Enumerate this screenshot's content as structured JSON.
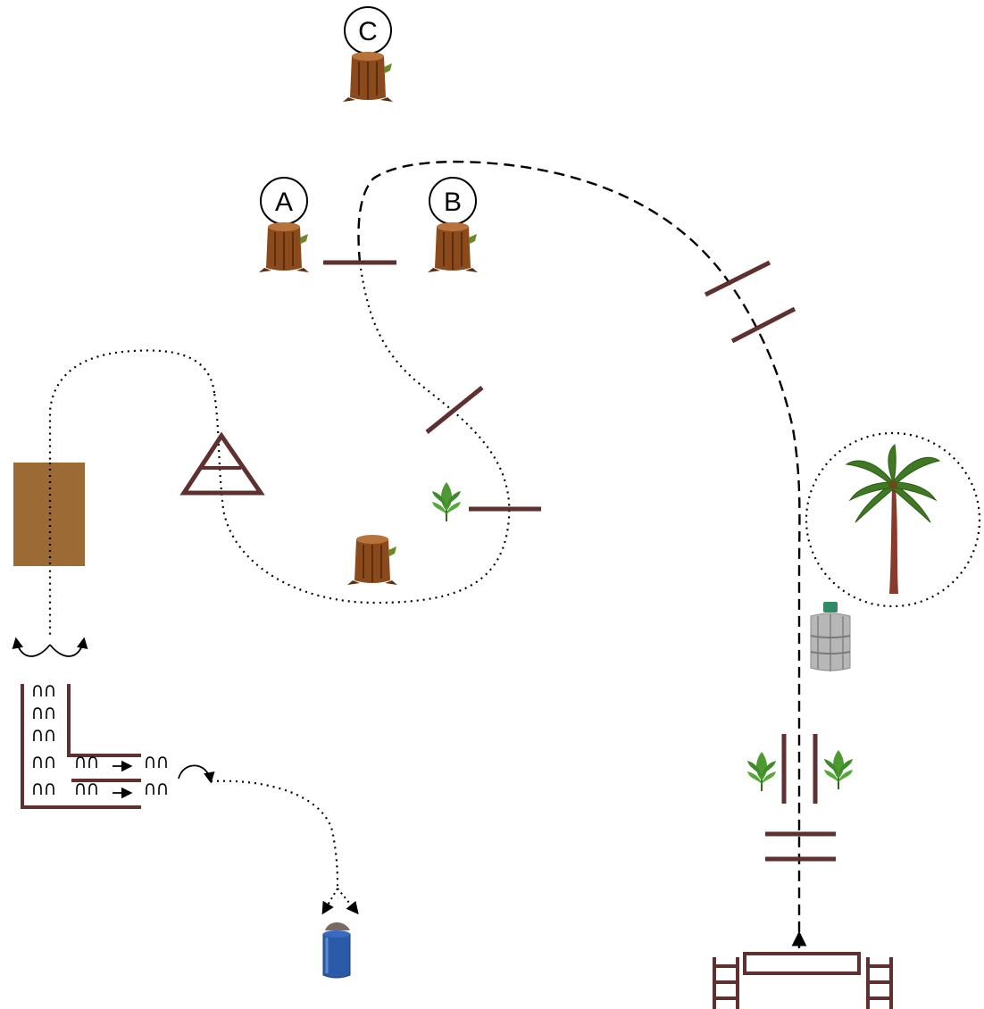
{
  "labels": {
    "a": "A",
    "b": "B",
    "c": "C"
  },
  "colors": {
    "barrier": "#5e3030",
    "stump": "#8a4a1c",
    "crate": "#9c6a35",
    "leaf": "#3f8a2a",
    "drum_blue": "#2a5aa8",
    "drum_grey": "#b7b7b7"
  },
  "icons": [
    "tree-stump-icon",
    "palm-tree-icon",
    "plant-sprout-icon",
    "barrel-icon",
    "ladder-icon",
    "triangle-marker-icon"
  ]
}
